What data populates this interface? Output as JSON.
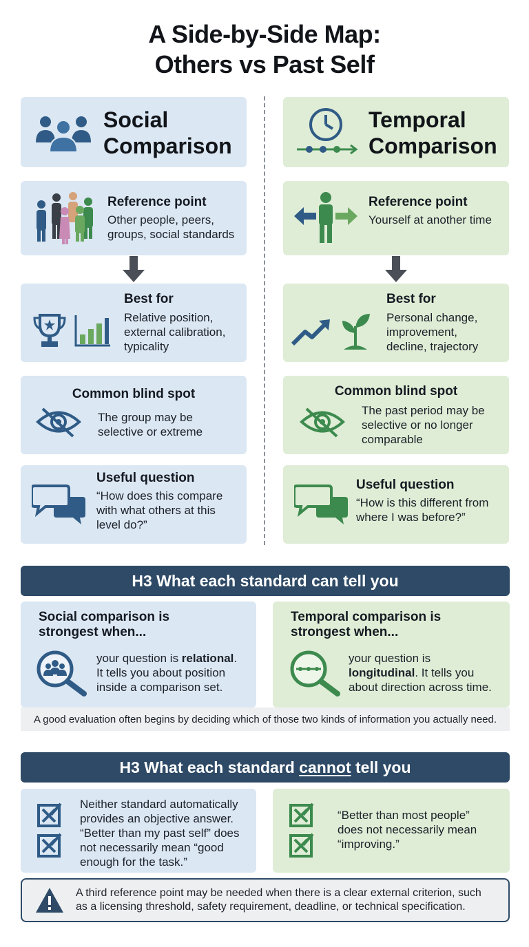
{
  "title_line1": "A Side-by-Side Map:",
  "title_line2": "Others vs Past Self",
  "social": {
    "title_line1": "Social",
    "title_line2": "Comparison",
    "reference_label": "Reference point",
    "reference_line1": "Other people, peers,",
    "reference_line2": "groups, social standards",
    "best_label": "Best for",
    "best_line1": "Relative position,",
    "best_line2": "external calibration,",
    "best_line3": "typicality",
    "blind_label": "Common blind spot",
    "blind_line1": "The group may be",
    "blind_line2": "selective or extreme",
    "question_label": "Useful question",
    "question_line1": "“How does this compare",
    "question_line2": "with what others at this",
    "question_line3": "level do?”"
  },
  "temporal": {
    "title_line1": "Temporal",
    "title_line2": "Comparison",
    "reference_label": "Reference point",
    "reference_line1": "Yourself at another time",
    "best_label": "Best for",
    "best_line1": "Personal change,",
    "best_line2": "improvement,",
    "best_line3": "decline, trajectory",
    "blind_label": "Common blind spot",
    "blind_line1": "The past period may be",
    "blind_line2": "selective or no longer",
    "blind_line3": "comparable",
    "question_label": "Useful question",
    "question_line1": "“How is this different from",
    "question_line2": "where I was before?”"
  },
  "section1": {
    "heading": "H3 What each standard can tell you",
    "left_title_line1": "Social comparison is",
    "left_title_line2": "strongest when...",
    "left_pre": "your question is ",
    "left_bold": "relational",
    "left_post": ".",
    "left_line2": "It tells you about position",
    "left_line3": "inside a comparison set.",
    "right_title_line1": "Temporal comparison is",
    "right_title_line2": "strongest when...",
    "right_line1": "your question is",
    "right_bold": "longitudinal",
    "right_post": ". It tells you",
    "right_line3": "about direction across time.",
    "note": "A good evaluation often begins by deciding which of those two kinds of information you actually need."
  },
  "section2": {
    "heading_pre": "H3 What each standard ",
    "heading_underlined": "cannot",
    "heading_post": " tell you",
    "left_line1": "Neither standard automatically",
    "left_line2": "provides an objective answer.",
    "left_line3": "“Better than my past self” does",
    "left_line4": "not necessarily mean “good",
    "left_line5": "enough for the task.”",
    "right_line1": "“Better than most people”",
    "right_line2": "does not necessarily mean",
    "right_line3": "“improving.”"
  },
  "warning": {
    "line1": "A third reference point may be needed when there is a clear external criterion, such",
    "line2": "as a licensing threshold, safety requirement, deadline, or technical specification."
  },
  "colors": {
    "navy": "#2e4a66",
    "social_bg": "#dbe7f3",
    "temporal_bg": "#dfedd6",
    "social_icon": "#2f5b86",
    "temporal_icon": "#3d8a4e"
  }
}
